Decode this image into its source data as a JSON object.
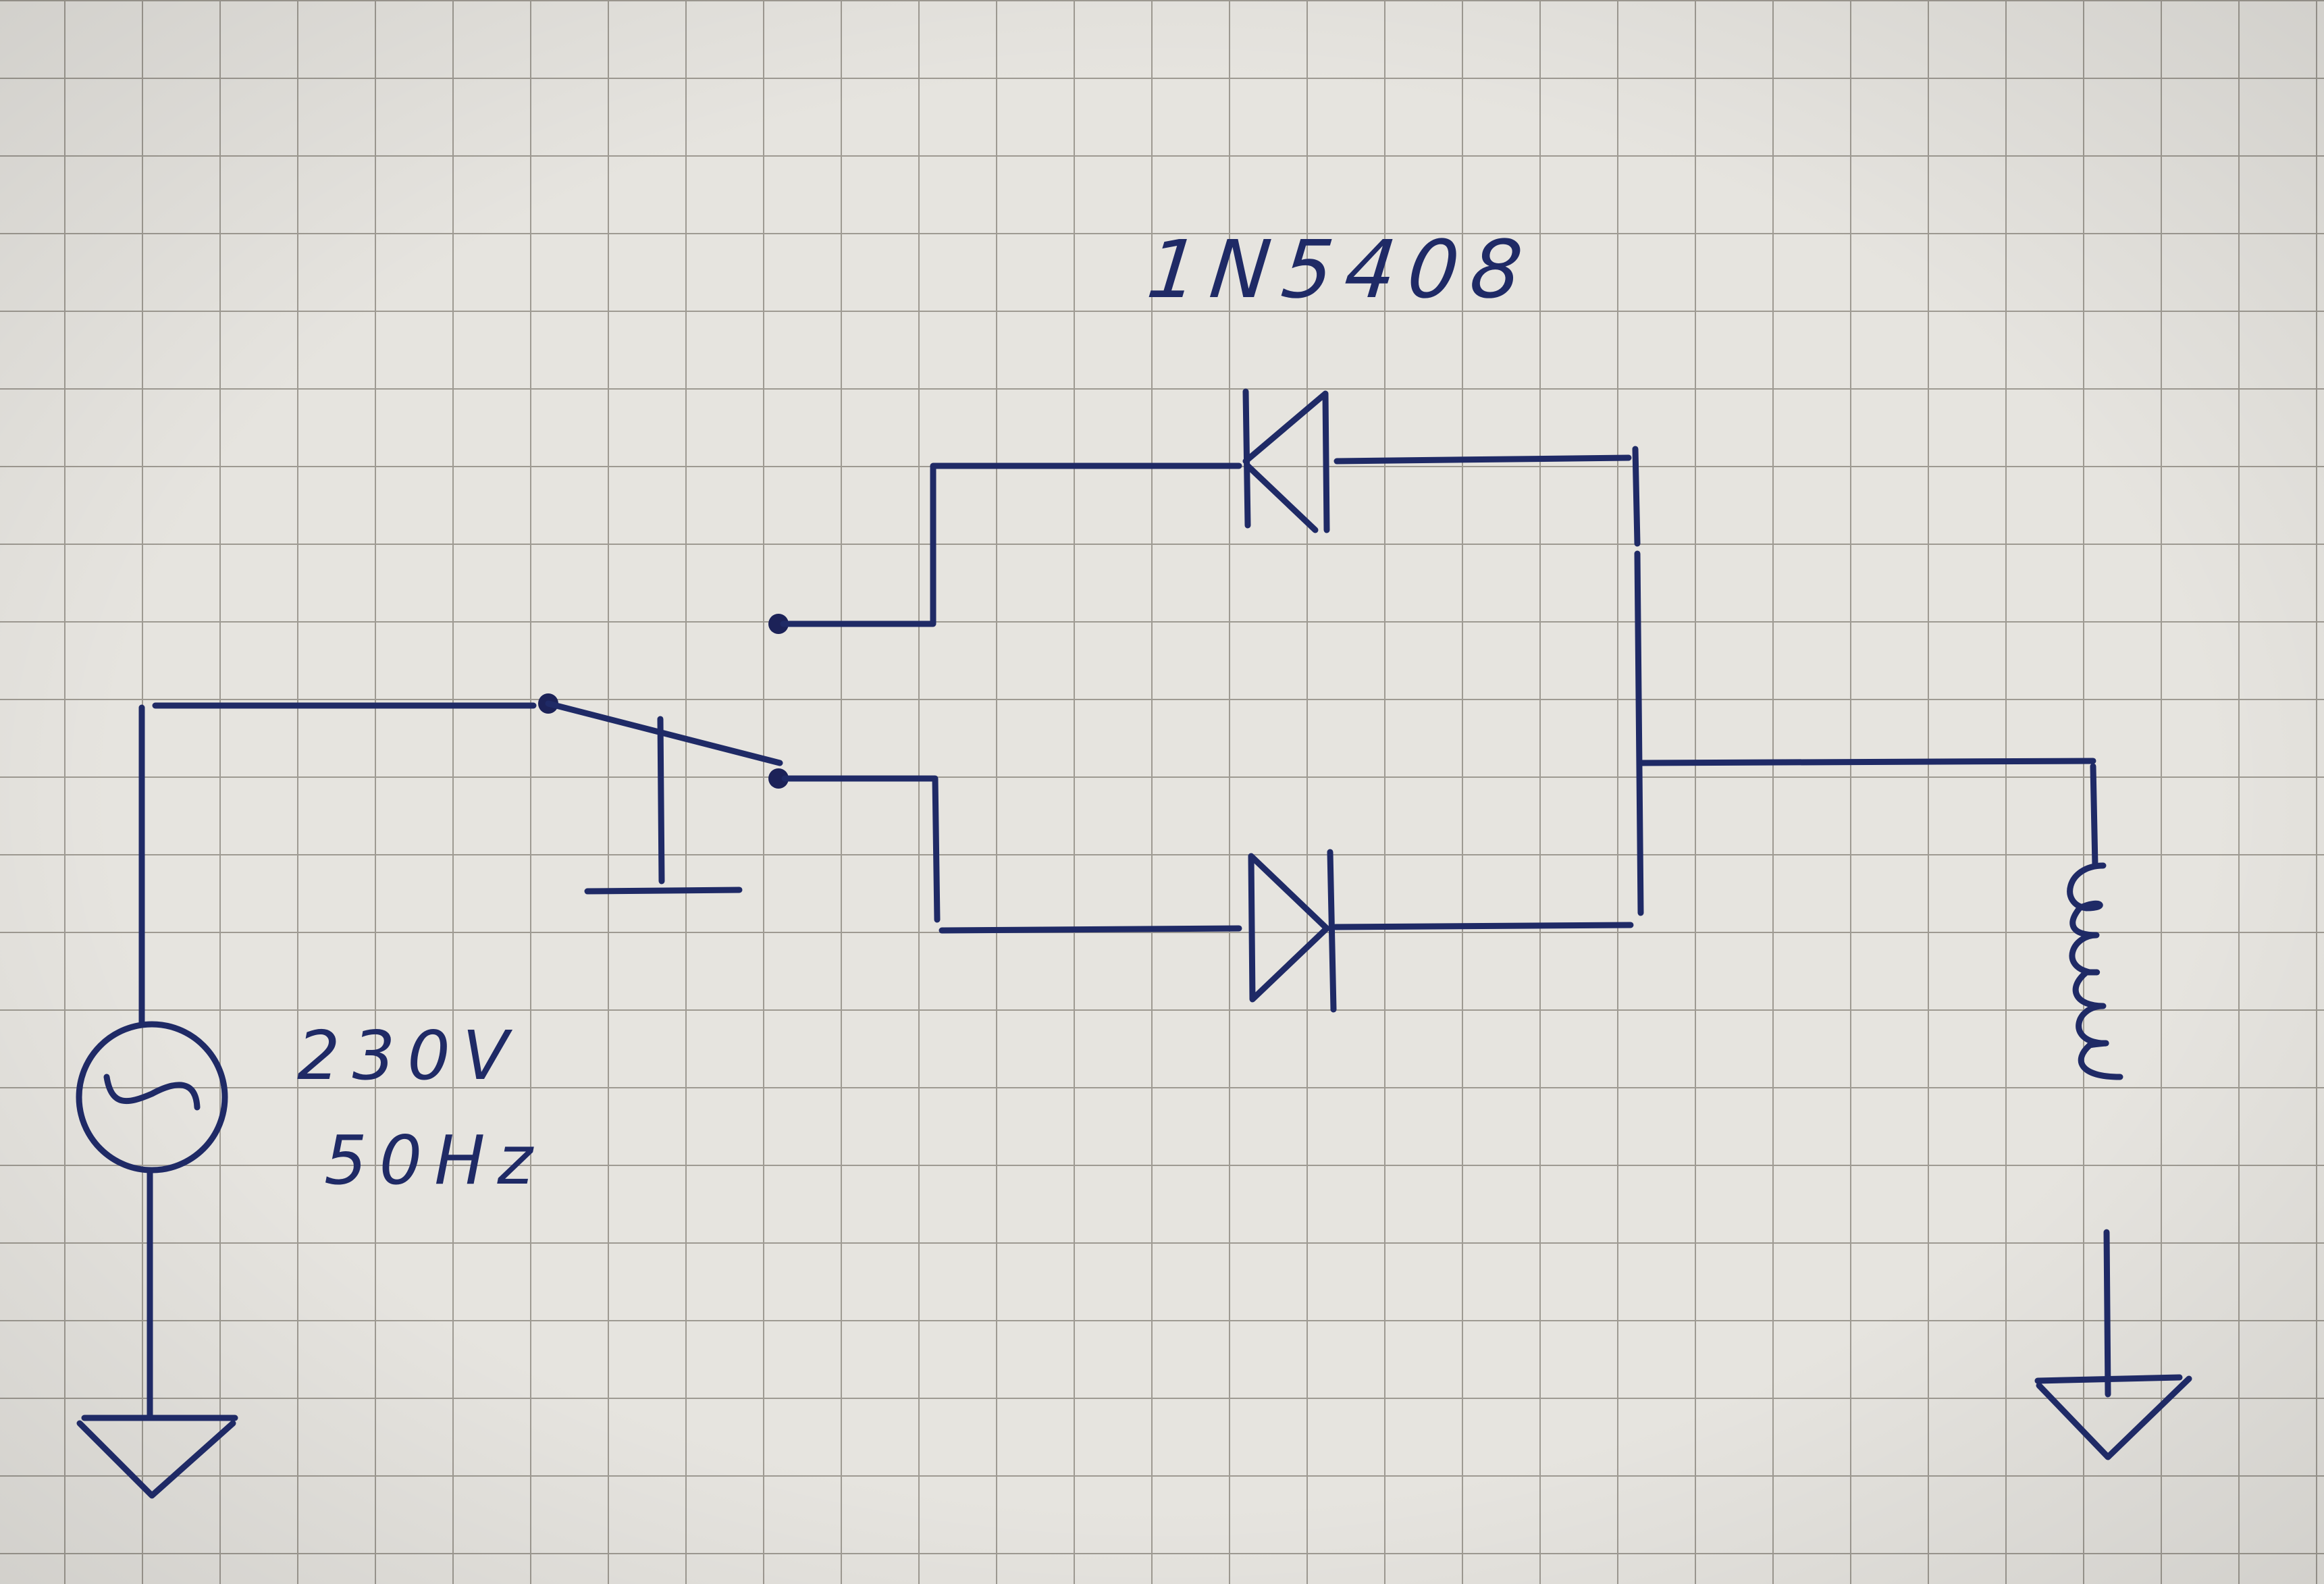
{
  "diagram": {
    "type": "hand-drawn circuit schematic",
    "background": "grid paper",
    "ink_color": "#1f2a66",
    "grid_color": "#9e9a92",
    "paper_color": "#e6e4df"
  },
  "labels": {
    "diode_part_number": "1N5408",
    "source_voltage": "230V",
    "source_frequency": "50Hz"
  },
  "components": [
    {
      "id": "ac-source",
      "kind": "AC voltage source",
      "symbol": "circle with sine wave",
      "rating": "230V 50Hz"
    },
    {
      "id": "switch",
      "kind": "SPDT switch",
      "throws": 2,
      "state": "connected to lower contact"
    },
    {
      "id": "diode-top",
      "kind": "diode",
      "part": "1N5408",
      "orientation": "cathode left (pointing left)"
    },
    {
      "id": "diode-bottom",
      "kind": "diode",
      "part": "1N5408",
      "orientation": "cathode right (pointing right)"
    },
    {
      "id": "inductor",
      "kind": "inductor / coil",
      "turns": 6
    },
    {
      "id": "ground-left",
      "kind": "ground"
    },
    {
      "id": "ground-right",
      "kind": "ground"
    }
  ]
}
